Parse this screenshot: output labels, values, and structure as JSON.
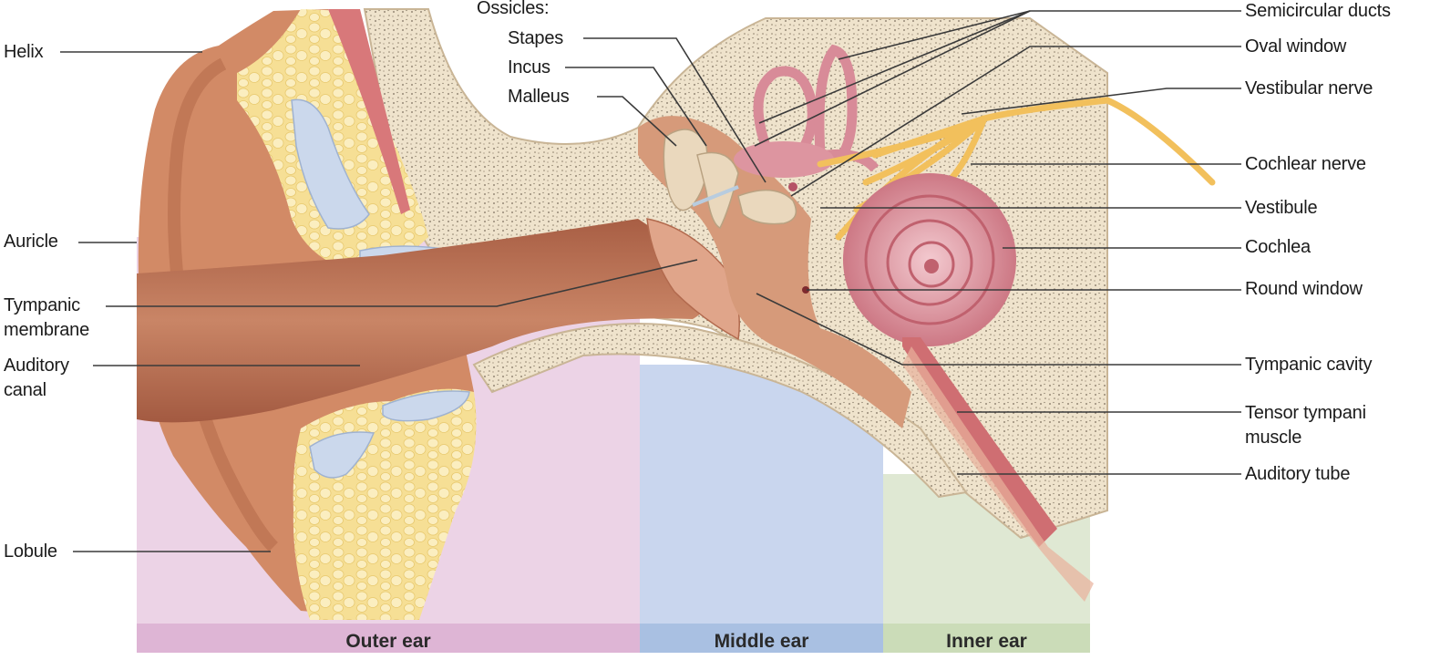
{
  "labels": {
    "helix": "Helix",
    "auricle": "Auricle",
    "tympanic_membrane": "Tympanic membrane",
    "auditory_canal": "Auditory canal",
    "lobule": "Lobule",
    "ossicles_heading": "Ossicles:",
    "stapes": "Stapes",
    "incus": "Incus",
    "malleus": "Malleus",
    "semicircular_ducts": "Semicircular ducts",
    "oval_window": "Oval window",
    "vestibular_nerve": "Vestibular nerve",
    "cochlear_nerve": "Cochlear nerve",
    "vestibule": "Vestibule",
    "cochlea": "Cochlea",
    "round_window": "Round window",
    "tympanic_cavity": "Tympanic cavity",
    "tensor_tympani_muscle": "Tensor tympani muscle",
    "auditory_tube": "Auditory tube"
  },
  "regions": {
    "outer": "Outer ear",
    "middle": "Middle ear",
    "inner": "Inner ear"
  },
  "colors": {
    "outer_region": "#ecd3e6",
    "outer_bar": "#deb5d5",
    "middle_region": "#c9d6ee",
    "middle_bar": "#a9c0e2",
    "inner_region": "#dfe8d3",
    "inner_bar": "#cbdcb8",
    "skin": "#d4906a",
    "bone": "#efe3cc",
    "fat": "#f7e4a3",
    "cartilage": "#cbd8ec",
    "muscle": "#d8787a",
    "cochlea": "#e6a8b0",
    "nerve": "#f2c05c",
    "leader": "#3a3a3a"
  }
}
